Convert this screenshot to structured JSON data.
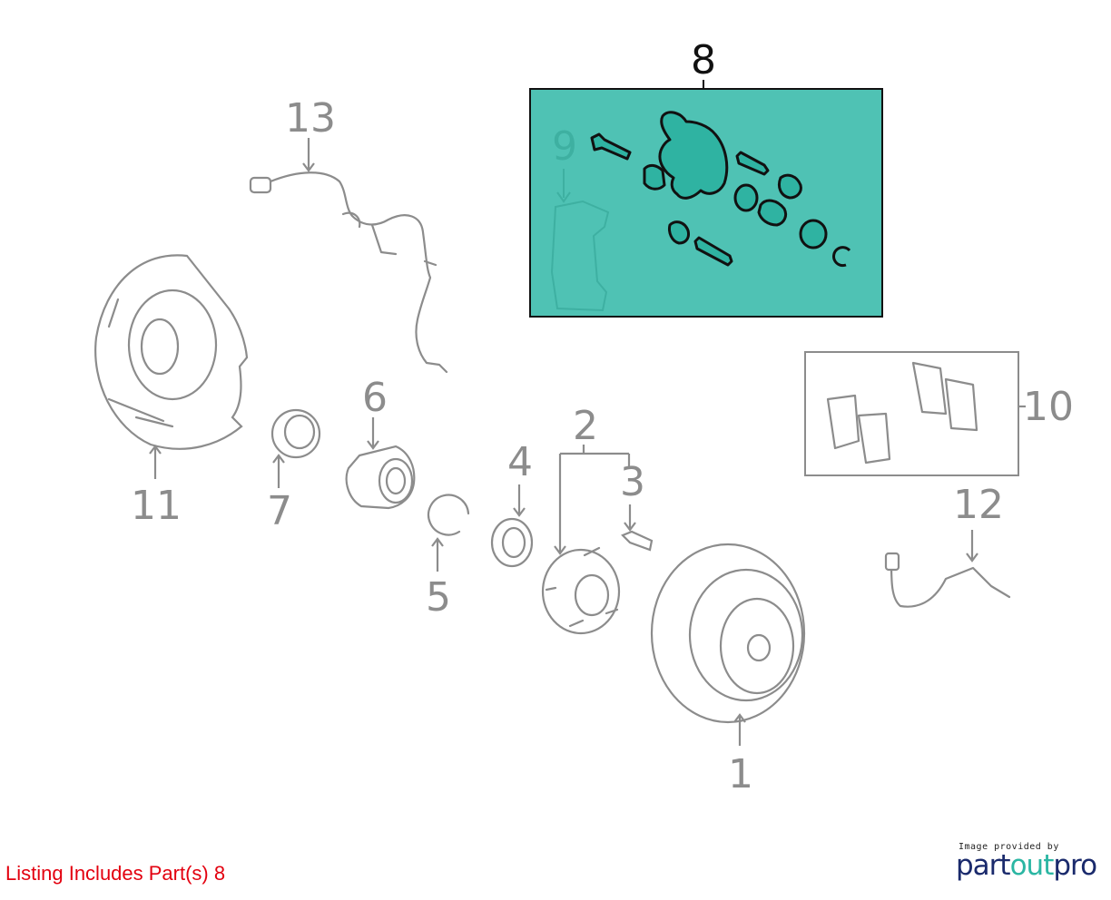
{
  "diagram": {
    "callouts": {
      "c1": "1",
      "c2": "2",
      "c3": "3",
      "c4": "4",
      "c5": "5",
      "c6": "6",
      "c7": "7",
      "c8": "8",
      "c9": "9",
      "c10": "10",
      "c11": "11",
      "c12": "12",
      "c13": "13"
    },
    "highlight_color": "#4fc2b4",
    "line_color": "#8c8c8c"
  },
  "footer": {
    "listing_text": "Listing Includes Part(s) 8",
    "text_color": "#e3000f"
  },
  "credit": {
    "caption": "Image provided by",
    "logo_part1": "part",
    "logo_part2": "out",
    "logo_part3": "pro"
  }
}
